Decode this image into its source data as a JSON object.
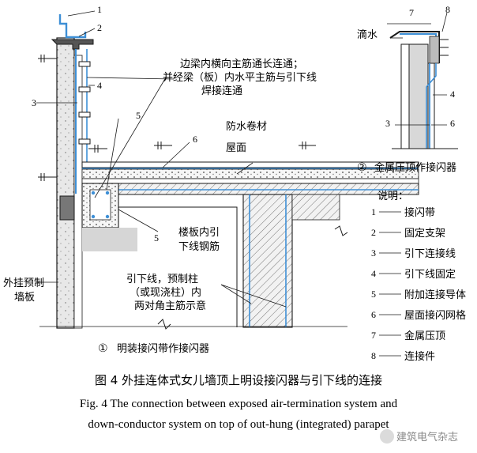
{
  "diagram": {
    "callouts_main": [
      "1",
      "2",
      "3",
      "4",
      "5",
      "5",
      "6"
    ],
    "annotations": {
      "main_bar_note_1": "边梁内横向主筋通长连通；",
      "main_bar_note_2": "并经梁（板）内水平主筋与引下线",
      "main_bar_note_3": "焊接连通",
      "waterproof": "防水卷材",
      "roof_surface": "屋面",
      "slab_rebar_1": "楼板内引",
      "slab_rebar_2": "下线钢筋",
      "precast_panel_1": "外挂预制",
      "precast_panel_2": "墙板",
      "downconductor_1": "引下线，预制柱",
      "downconductor_2": "（或现浇柱）内",
      "downconductor_3": "两对角主筋示意"
    },
    "subfig_1_num": "①",
    "subfig_1_caption": "明装接闪带作接闪器",
    "subfig_2": {
      "num": "②",
      "caption": "金属压顶作接闪器",
      "drip_label": "滴水",
      "callouts": [
        "7",
        "8",
        "4",
        "3",
        "6"
      ]
    },
    "legend": {
      "title": "说明：",
      "items": [
        {
          "num": "1",
          "text": "接闪带"
        },
        {
          "num": "2",
          "text": "固定支架"
        },
        {
          "num": "3",
          "text": "引下连接线"
        },
        {
          "num": "4",
          "text": "引下线固定"
        },
        {
          "num": "5",
          "text": "附加连接导体"
        },
        {
          "num": "6",
          "text": "屋面接闪网格"
        },
        {
          "num": "7",
          "text": "金属压顶"
        },
        {
          "num": "8",
          "text": "连接件"
        }
      ]
    }
  },
  "caption": {
    "zh": "图 4   外挂连体式女儿墙顶上明设接闪器与引下线的连接",
    "en_line1": "Fig. 4   The connection between exposed air-termination system and",
    "en_line2": "down-conductor system on top of out-hung (integrated) parapet"
  },
  "watermark": "建筑电气杂志",
  "colors": {
    "line": "#1a1a1a",
    "accent_blue": "#3d8fd6",
    "wall_fill": "#e6e6e6",
    "concrete_fill": "#efefef",
    "insulation_fill": "#f7f7f7"
  }
}
